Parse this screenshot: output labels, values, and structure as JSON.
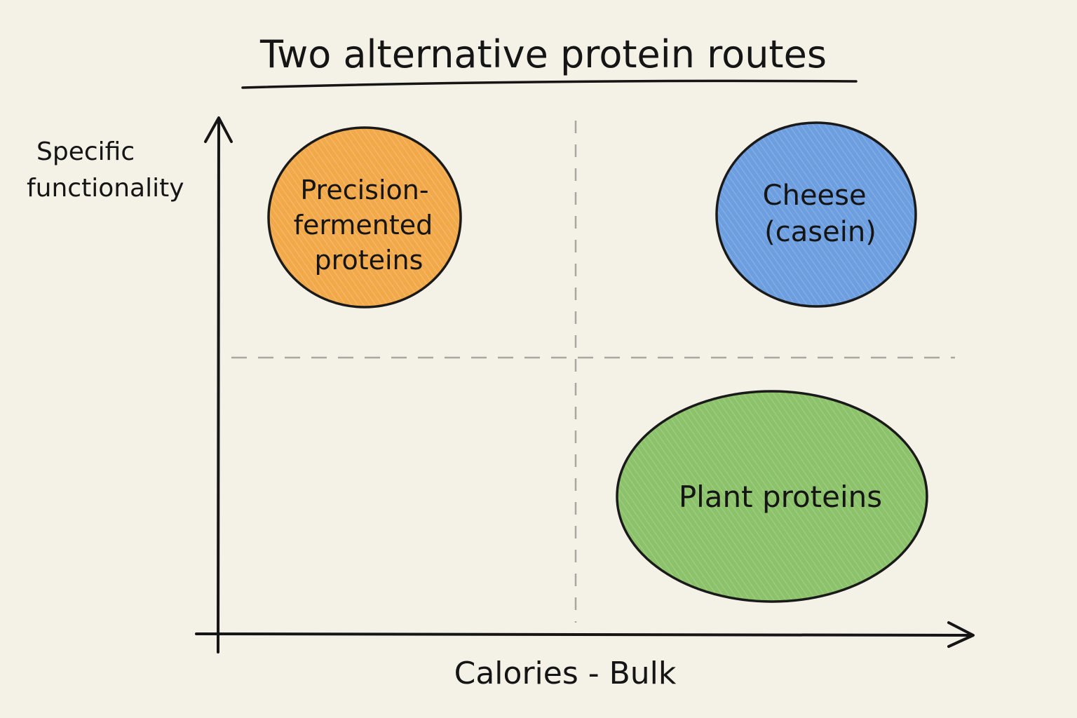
{
  "title": "Two alternative protein routes",
  "axes": {
    "y_label_lines": [
      "Specific",
      "functionality"
    ],
    "x_label": "Calories - Bulk"
  },
  "bubbles": [
    {
      "id": "precision",
      "label_lines": [
        "Precision-",
        "fermented",
        "proteins"
      ],
      "fill": "#f2a94a",
      "stroke": "#1a1a1a"
    },
    {
      "id": "cheese",
      "label_lines": [
        "Cheese",
        "(casein)"
      ],
      "fill": "#6c9ee0",
      "stroke": "#1a1a1a"
    },
    {
      "id": "plant",
      "label_lines": [
        "Plant proteins"
      ],
      "fill": "#8cc26a",
      "stroke": "#1a1a1a"
    }
  ],
  "colors": {
    "background": "#f4f1e7",
    "ink": "#151515",
    "divider": "#a8a8a0"
  }
}
